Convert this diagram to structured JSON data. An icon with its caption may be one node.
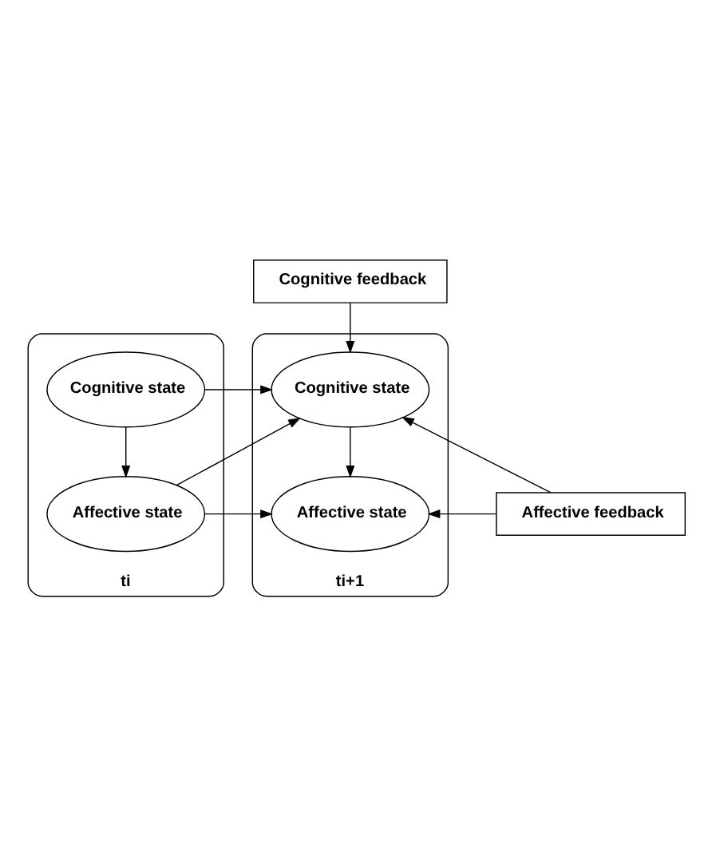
{
  "diagram": {
    "nodes": [
      {
        "text": [
          "Cognitive feedback"
        ]
      },
      {
        "text": [
          "ti"
        ]
      },
      {
        "text": [
          "Cognitive state"
        ],
        "in": 1
      },
      {
        "text": [
          "Affective state"
        ],
        "in": 1
      },
      {
        "text": [
          "ti+1"
        ]
      },
      {
        "text": [
          "Cognitive state"
        ],
        "in": 4
      },
      {
        "text": [
          "Affective state"
        ],
        "in": 4
      },
      {
        "text": [
          "Affective feedback"
        ]
      }
    ],
    "edges": [
      {
        "from": 2,
        "to": 3,
        "arrow": "to"
      },
      {
        "from": 5,
        "to": 6,
        "arrow": "to"
      },
      {
        "from": 0,
        "to": 5,
        "arrow": "to"
      },
      {
        "from": 2,
        "to": 5,
        "arrow": "to"
      },
      {
        "from": 3,
        "to": 5,
        "arrow": "to"
      },
      {
        "from": 3,
        "to": 6,
        "arrow": "to"
      },
      {
        "from": 7,
        "to": 5,
        "arrow": "to"
      },
      {
        "from": 7,
        "to": 6,
        "arrow": "to"
      }
    ]
  }
}
